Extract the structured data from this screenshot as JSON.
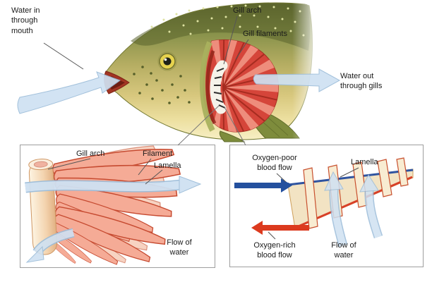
{
  "main": {
    "water_in_label": "Water in\nthrough\nmouth",
    "gill_arch_label": "Gill arch",
    "gill_filaments_label": "Gill filaments",
    "water_out_label": "Water out\nthrough gills"
  },
  "inset_gill_arch": {
    "gill_arch_label": "Gill arch",
    "filament_label": "Filament",
    "lamella_label": "Lamella",
    "flow_of_water_label": "Flow of\nwater"
  },
  "inset_lamella": {
    "oxygen_poor_label": "Oxygen-poor\nblood flow",
    "lamella_label": "Lamella",
    "oxygen_rich_label": "Oxygen-rich\nblood flow",
    "flow_of_water_label": "Flow of\nwater"
  },
  "colors": {
    "water_arrow_fill": "#cfe1f2",
    "water_arrow_outline": "#9bbcd9",
    "oxygen_poor_arrow": "#24509e",
    "oxygen_rich_arrow": "#dc3a1e",
    "gill_red": "#d5453a",
    "inset_border": "#9e9e9e"
  }
}
